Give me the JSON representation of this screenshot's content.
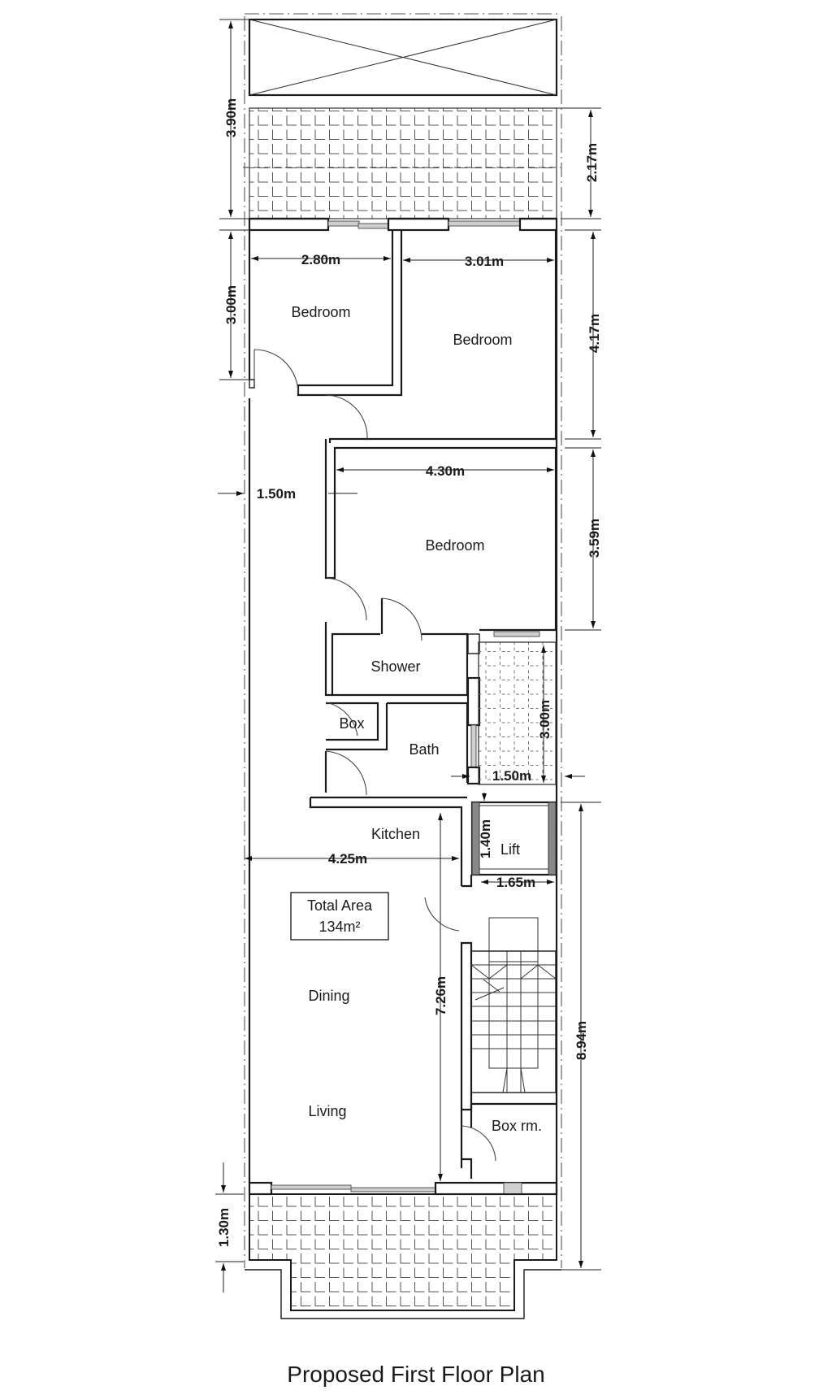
{
  "title": "Proposed First Floor Plan",
  "rooms": {
    "bedroom_1": "Bedroom",
    "bedroom_2": "Bedroom",
    "bedroom_3": "Bedroom",
    "shower": "Shower",
    "box": "Box",
    "bath": "Bath",
    "kitchen": "Kitchen",
    "lift": "Lift",
    "dining": "Dining",
    "living": "Living",
    "box_room": "Box rm."
  },
  "area_box": {
    "line1": "Total Area",
    "line2": "134m²"
  },
  "dimensions": {
    "overall_top_left": "3.90m",
    "balcony_top_right": "2.17m",
    "bedroom1_width": "2.80m",
    "bedroom2_width": "3.01m",
    "bedroom1_depth": "3.00m",
    "bedroom2_depth": "4.17m",
    "corridor_width": "1.50m",
    "bedroom3_width": "4.30m",
    "bedroom3_depth": "3.59m",
    "yard_depth": "3.00m",
    "yard_width": "1.50m",
    "lift_depth": "1.40m",
    "lift_width": "1.65m",
    "living_width": "4.25m",
    "living_depth": "7.26m",
    "stair_block_depth": "8.94m",
    "front_balcony_depth": "1.30m"
  }
}
